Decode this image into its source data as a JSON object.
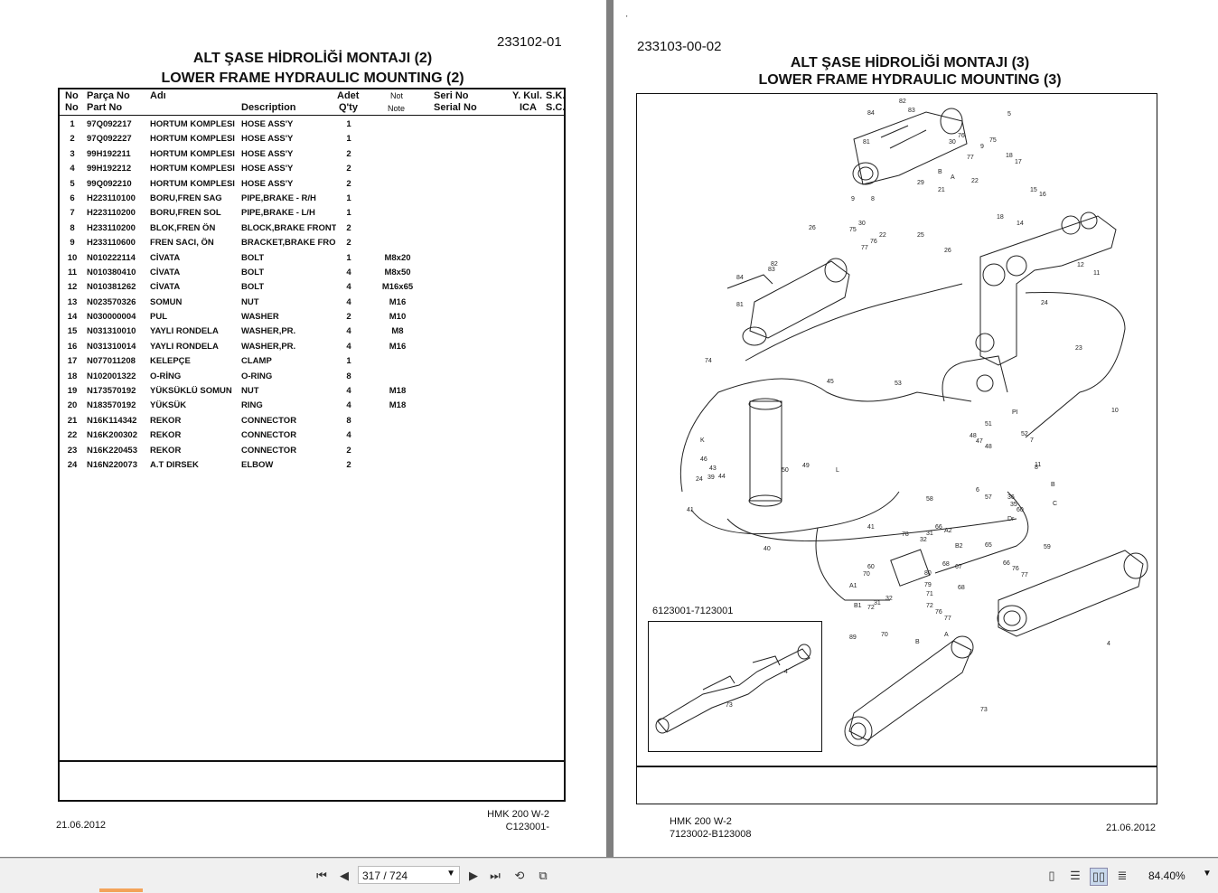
{
  "left_page": {
    "doc_number": "233102-01",
    "title_tr": "ALT ŞASE HİDROLİĞİ MONTAJI (2)",
    "title_en": "LOWER FRAME HYDRAULIC MOUNTING (2)",
    "headers": {
      "no1": "No",
      "no2": "No",
      "parca1": "Parça No",
      "parca2": "Part No",
      "adi": "Adı",
      "desc": "Description",
      "qty1": "Adet",
      "qty2": "Q'ty",
      "note1": "Not",
      "note2": "Note",
      "serial1": "Seri No",
      "serial2": "Serial No",
      "ykul1": "Y. Kul.",
      "ykul2": "ICA",
      "sk1": "S.K.",
      "sk2": "S.C."
    },
    "rows": [
      {
        "no": "1",
        "part": "97Q092217",
        "adi": "HORTUM KOMPLESI",
        "desc": "HOSE ASS'Y",
        "qty": "1",
        "note": ""
      },
      {
        "no": "2",
        "part": "97Q092227",
        "adi": "HORTUM KOMPLESI",
        "desc": "HOSE ASS'Y",
        "qty": "1",
        "note": ""
      },
      {
        "no": "3",
        "part": "99H192211",
        "adi": "HORTUM KOMPLESI",
        "desc": "HOSE ASS'Y",
        "qty": "2",
        "note": ""
      },
      {
        "no": "4",
        "part": "99H192212",
        "adi": "HORTUM KOMPLESI",
        "desc": "HOSE ASS'Y",
        "qty": "2",
        "note": ""
      },
      {
        "no": "5",
        "part": "99Q092210",
        "adi": "HORTUM KOMPLESI",
        "desc": "HOSE ASS'Y",
        "qty": "2",
        "note": ""
      },
      {
        "no": "6",
        "part": "H223110100",
        "adi": "BORU,FREN SAG",
        "desc": "PIPE,BRAKE - R/H",
        "qty": "1",
        "note": ""
      },
      {
        "no": "7",
        "part": "H223110200",
        "adi": "BORU,FREN SOL",
        "desc": "PIPE,BRAKE - L/H",
        "qty": "1",
        "note": ""
      },
      {
        "no": "8",
        "part": "H233110200",
        "adi": "BLOK,FREN ÖN",
        "desc": "BLOCK,BRAKE FRONT",
        "qty": "2",
        "note": ""
      },
      {
        "no": "9",
        "part": "H233110600",
        "adi": "FREN SACI, ÖN",
        "desc": "BRACKET,BRAKE FRON",
        "qty": "2",
        "note": ""
      },
      {
        "no": "10",
        "part": "N010222114",
        "adi": "CİVATA",
        "desc": "BOLT",
        "qty": "1",
        "note": "M8x20"
      },
      {
        "no": "11",
        "part": "N010380410",
        "adi": "CİVATA",
        "desc": "BOLT",
        "qty": "4",
        "note": "M8x50"
      },
      {
        "no": "12",
        "part": "N010381262",
        "adi": "CİVATA",
        "desc": "BOLT",
        "qty": "4",
        "note": "M16x65"
      },
      {
        "no": "13",
        "part": "N023570326",
        "adi": "SOMUN",
        "desc": "NUT",
        "qty": "4",
        "note": "M16"
      },
      {
        "no": "14",
        "part": "N030000004",
        "adi": "PUL",
        "desc": "WASHER",
        "qty": "2",
        "note": "M10"
      },
      {
        "no": "15",
        "part": "N031310010",
        "adi": "YAYLI RONDELA",
        "desc": "WASHER,PR.",
        "qty": "4",
        "note": "M8"
      },
      {
        "no": "16",
        "part": "N031310014",
        "adi": "YAYLI RONDELA",
        "desc": "WASHER,PR.",
        "qty": "4",
        "note": "M16"
      },
      {
        "no": "17",
        "part": "N077011208",
        "adi": "KELEPÇE",
        "desc": "CLAMP",
        "qty": "1",
        "note": ""
      },
      {
        "no": "18",
        "part": "N102001322",
        "adi": "O-RİNG",
        "desc": "O-RING",
        "qty": "8",
        "note": ""
      },
      {
        "no": "19",
        "part": "N173570192",
        "adi": "YÜKSÜKLÜ SOMUN",
        "desc": "NUT",
        "qty": "4",
        "note": "M18"
      },
      {
        "no": "20",
        "part": "N183570192",
        "adi": "YÜKSÜK",
        "desc": "RING",
        "qty": "4",
        "note": "M18"
      },
      {
        "no": "21",
        "part": "N16K114342",
        "adi": "REKOR",
        "desc": "CONNECTOR",
        "qty": "8",
        "note": ""
      },
      {
        "no": "22",
        "part": "N16K200302",
        "adi": "REKOR",
        "desc": "CONNECTOR",
        "qty": "4",
        "note": ""
      },
      {
        "no": "23",
        "part": "N16K220453",
        "adi": "REKOR",
        "desc": "CONNECTOR",
        "qty": "2",
        "note": ""
      },
      {
        "no": "24",
        "part": "N16N220073",
        "adi": "A.T DIRSEK",
        "desc": "ELBOW",
        "qty": "2",
        "note": ""
      }
    ],
    "footer_date": "21.06.2012",
    "footer_model": "HMK 200 W-2",
    "footer_serial": "C123001-"
  },
  "right_page": {
    "doc_number": "233103-00-02",
    "title_tr": "ALT ŞASE HİDROLİĞİ MONTAJI (3)",
    "title_en": "LOWER FRAME HYDRAULIC MOUNTING (3)",
    "inset_label": "6123001-7123001",
    "footer_model": "HMK 200 W-2",
    "footer_serial": "7123002-B123008",
    "footer_date": "21.06.2012",
    "callouts": [
      "82",
      "83",
      "84",
      "81",
      "5",
      "30",
      "76",
      "9",
      "75",
      "18",
      "17",
      "77",
      "22",
      "29",
      "21",
      "B",
      "A",
      "15",
      "16",
      "9",
      "8",
      "18",
      "14",
      "26",
      "75",
      "30",
      "22",
      "76",
      "77",
      "25",
      "26",
      "82",
      "83",
      "84",
      "81",
      "12",
      "11",
      "24",
      "74",
      "23",
      "45",
      "53",
      "PI",
      "10",
      "K",
      "46",
      "43",
      "24",
      "39",
      "41",
      "50",
      "49",
      "L",
      "47",
      "48",
      "52",
      "51",
      "7",
      "6",
      "57",
      "36",
      "35",
      "60",
      "8",
      "11",
      "C",
      "58",
      "Dr",
      "40",
      "59",
      "41",
      "78",
      "31",
      "66",
      "32",
      "A2",
      "B2",
      "65",
      "80",
      "70",
      "A1",
      "B1",
      "72",
      "31",
      "32",
      "79",
      "71",
      "68",
      "67",
      "66",
      "76",
      "77",
      "76",
      "68",
      "72",
      "76",
      "77",
      "89",
      "70",
      "B",
      "4",
      "73",
      "4",
      "73"
    ]
  },
  "toolbar": {
    "page_field": "317 / 724",
    "zoom": "84.40%",
    "icons": [
      "first-page-icon",
      "prev-page-icon",
      "next-page-icon",
      "last-page-icon",
      "rotate-icon",
      "copy-icon",
      "single-page-view-icon",
      "continuous-view-icon",
      "two-page-view-icon",
      "scroll-view-icon"
    ]
  }
}
